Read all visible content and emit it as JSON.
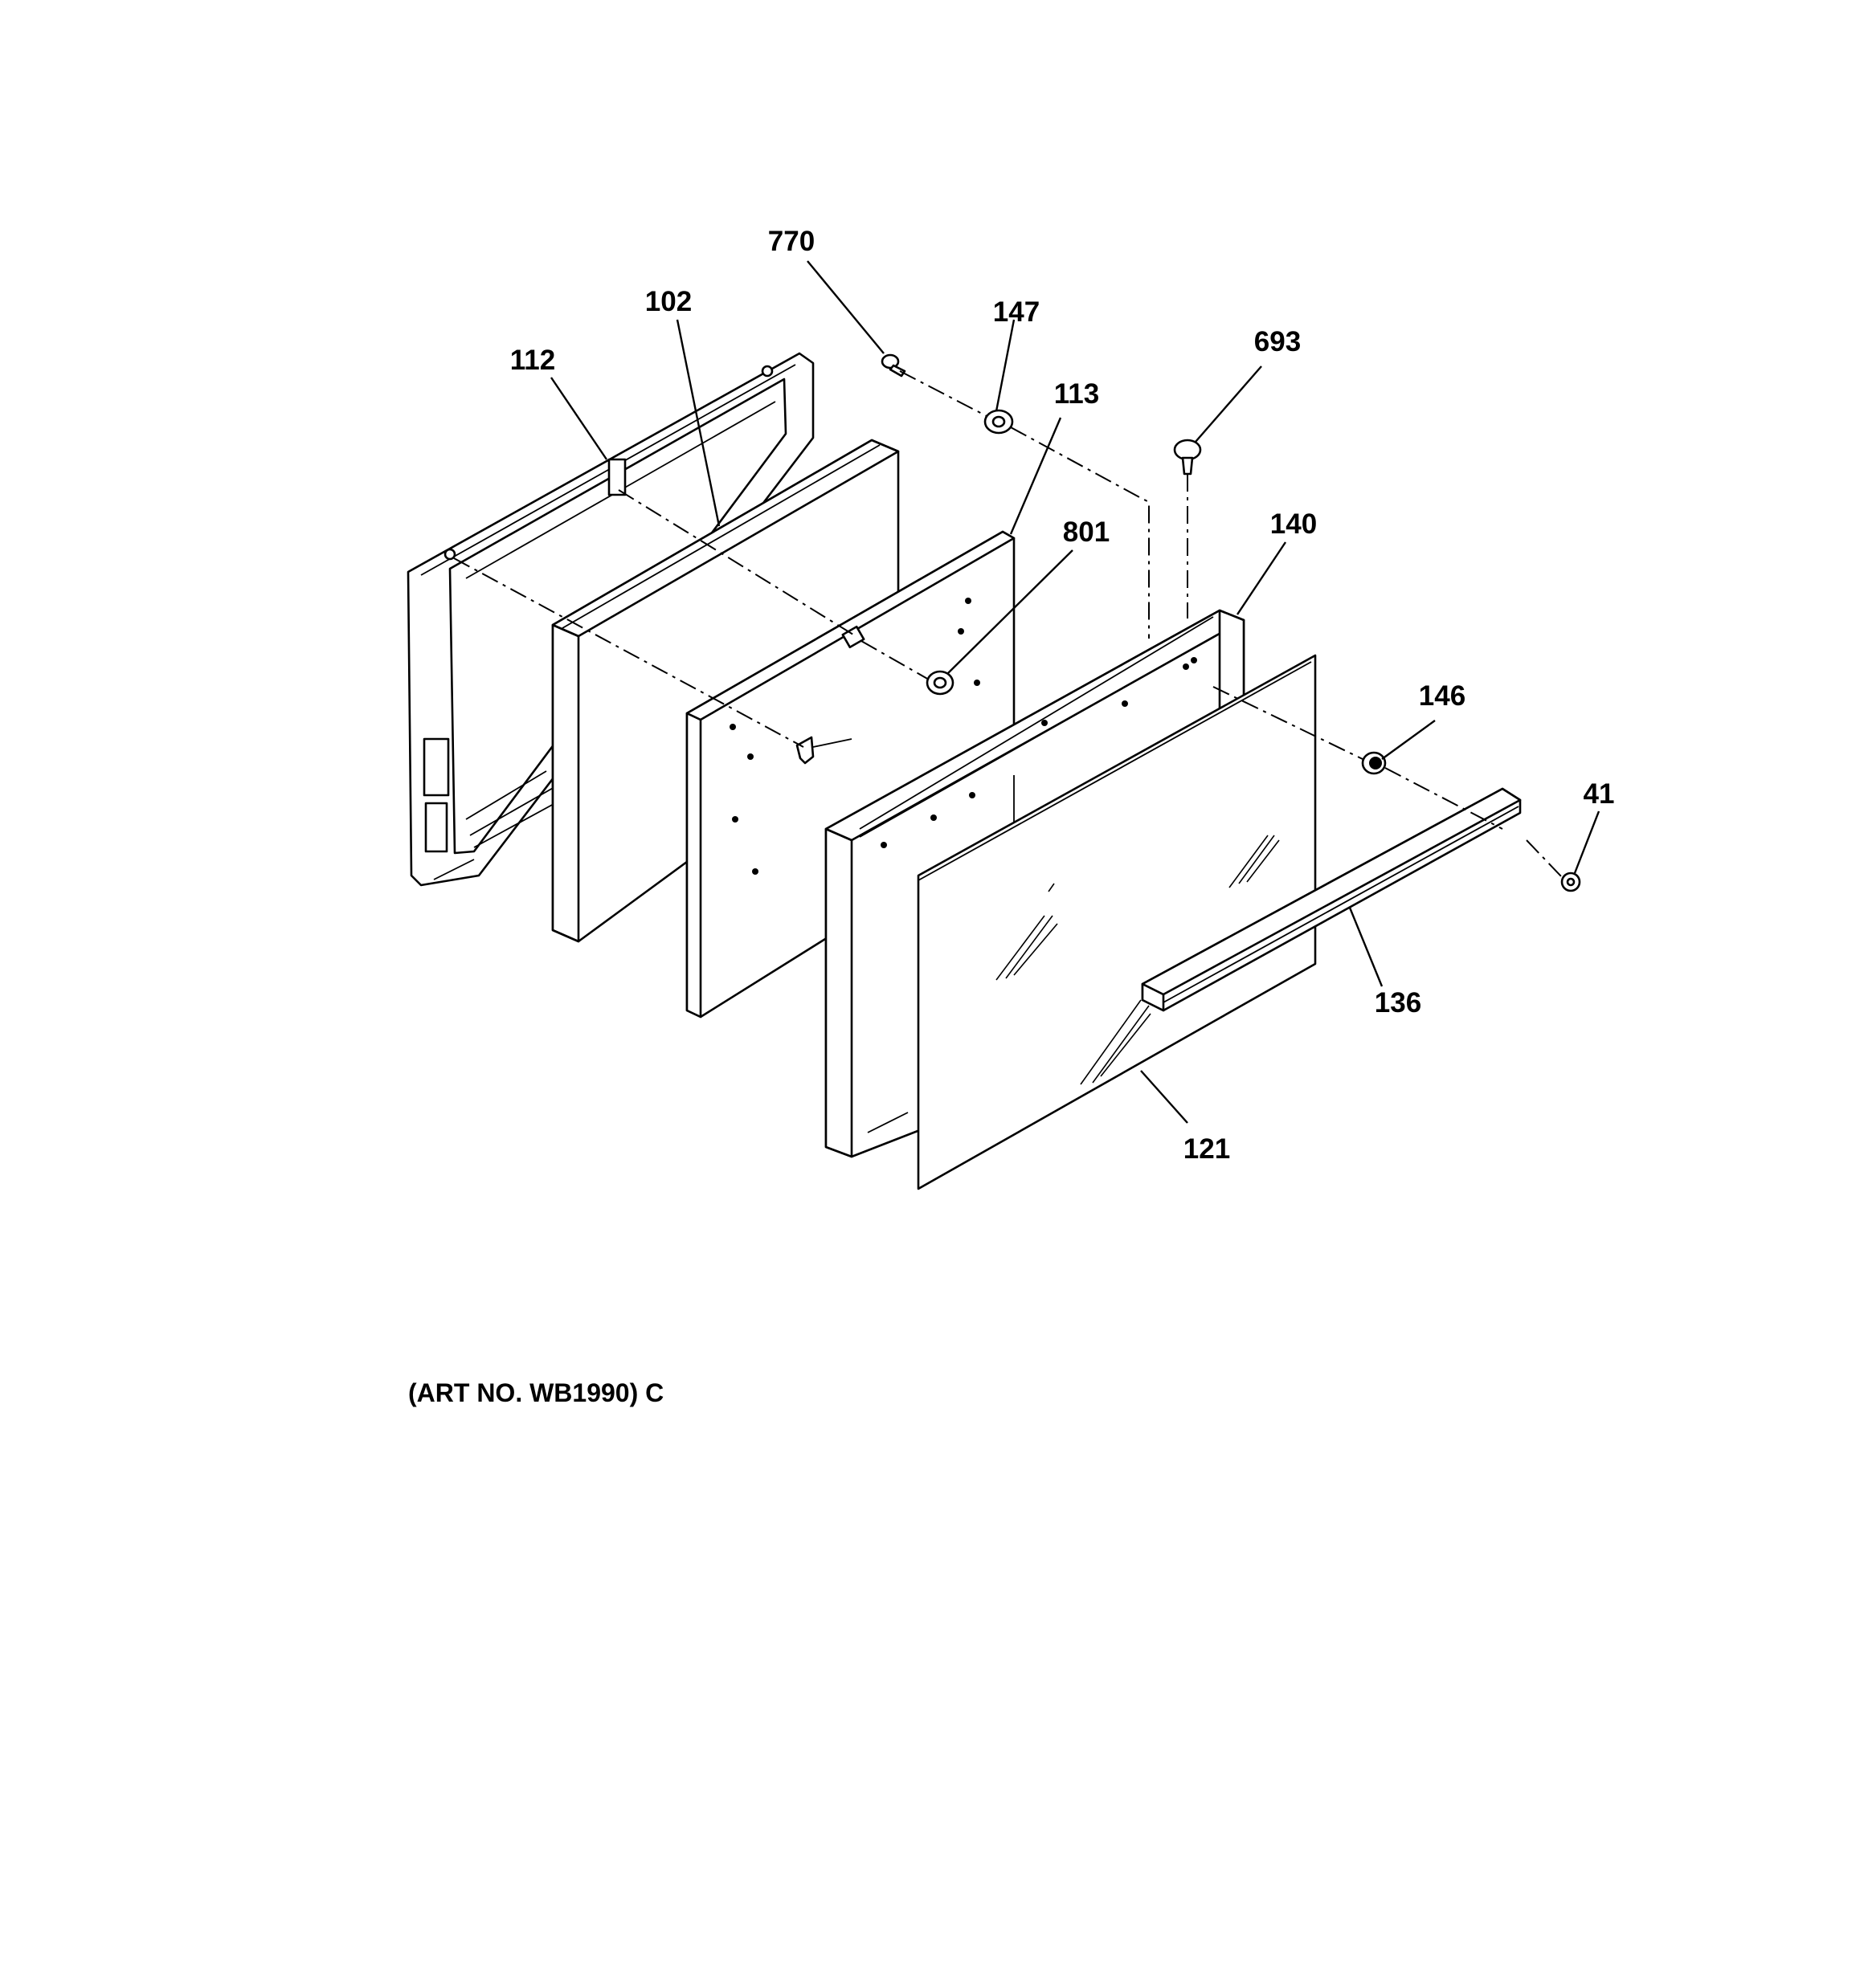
{
  "callouts": {
    "c770": "770",
    "c102": "102",
    "c147": "147",
    "c112": "112",
    "c693": "693",
    "c113": "113",
    "c801": "801",
    "c140": "140",
    "c146": "146",
    "c41": "41",
    "c136": "136",
    "c121": "121"
  },
  "caption": "(ART NO. WB1990) C"
}
